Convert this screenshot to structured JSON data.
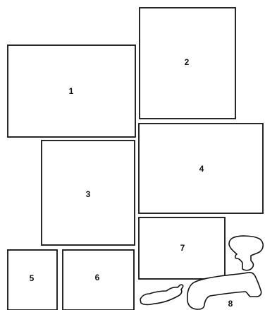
{
  "pieces": [
    {
      "id": "piece-1",
      "label": "1"
    },
    {
      "id": "piece-2",
      "label": "2"
    },
    {
      "id": "piece-3",
      "label": "3"
    },
    {
      "id": "piece-4",
      "label": "4"
    },
    {
      "id": "piece-5",
      "label": "5"
    },
    {
      "id": "piece-6",
      "label": "6"
    },
    {
      "id": "piece-7",
      "label": "7"
    },
    {
      "id": "piece-8",
      "label": "8"
    }
  ],
  "colors": {
    "stroke": "#111111",
    "background": "#ffffff"
  }
}
